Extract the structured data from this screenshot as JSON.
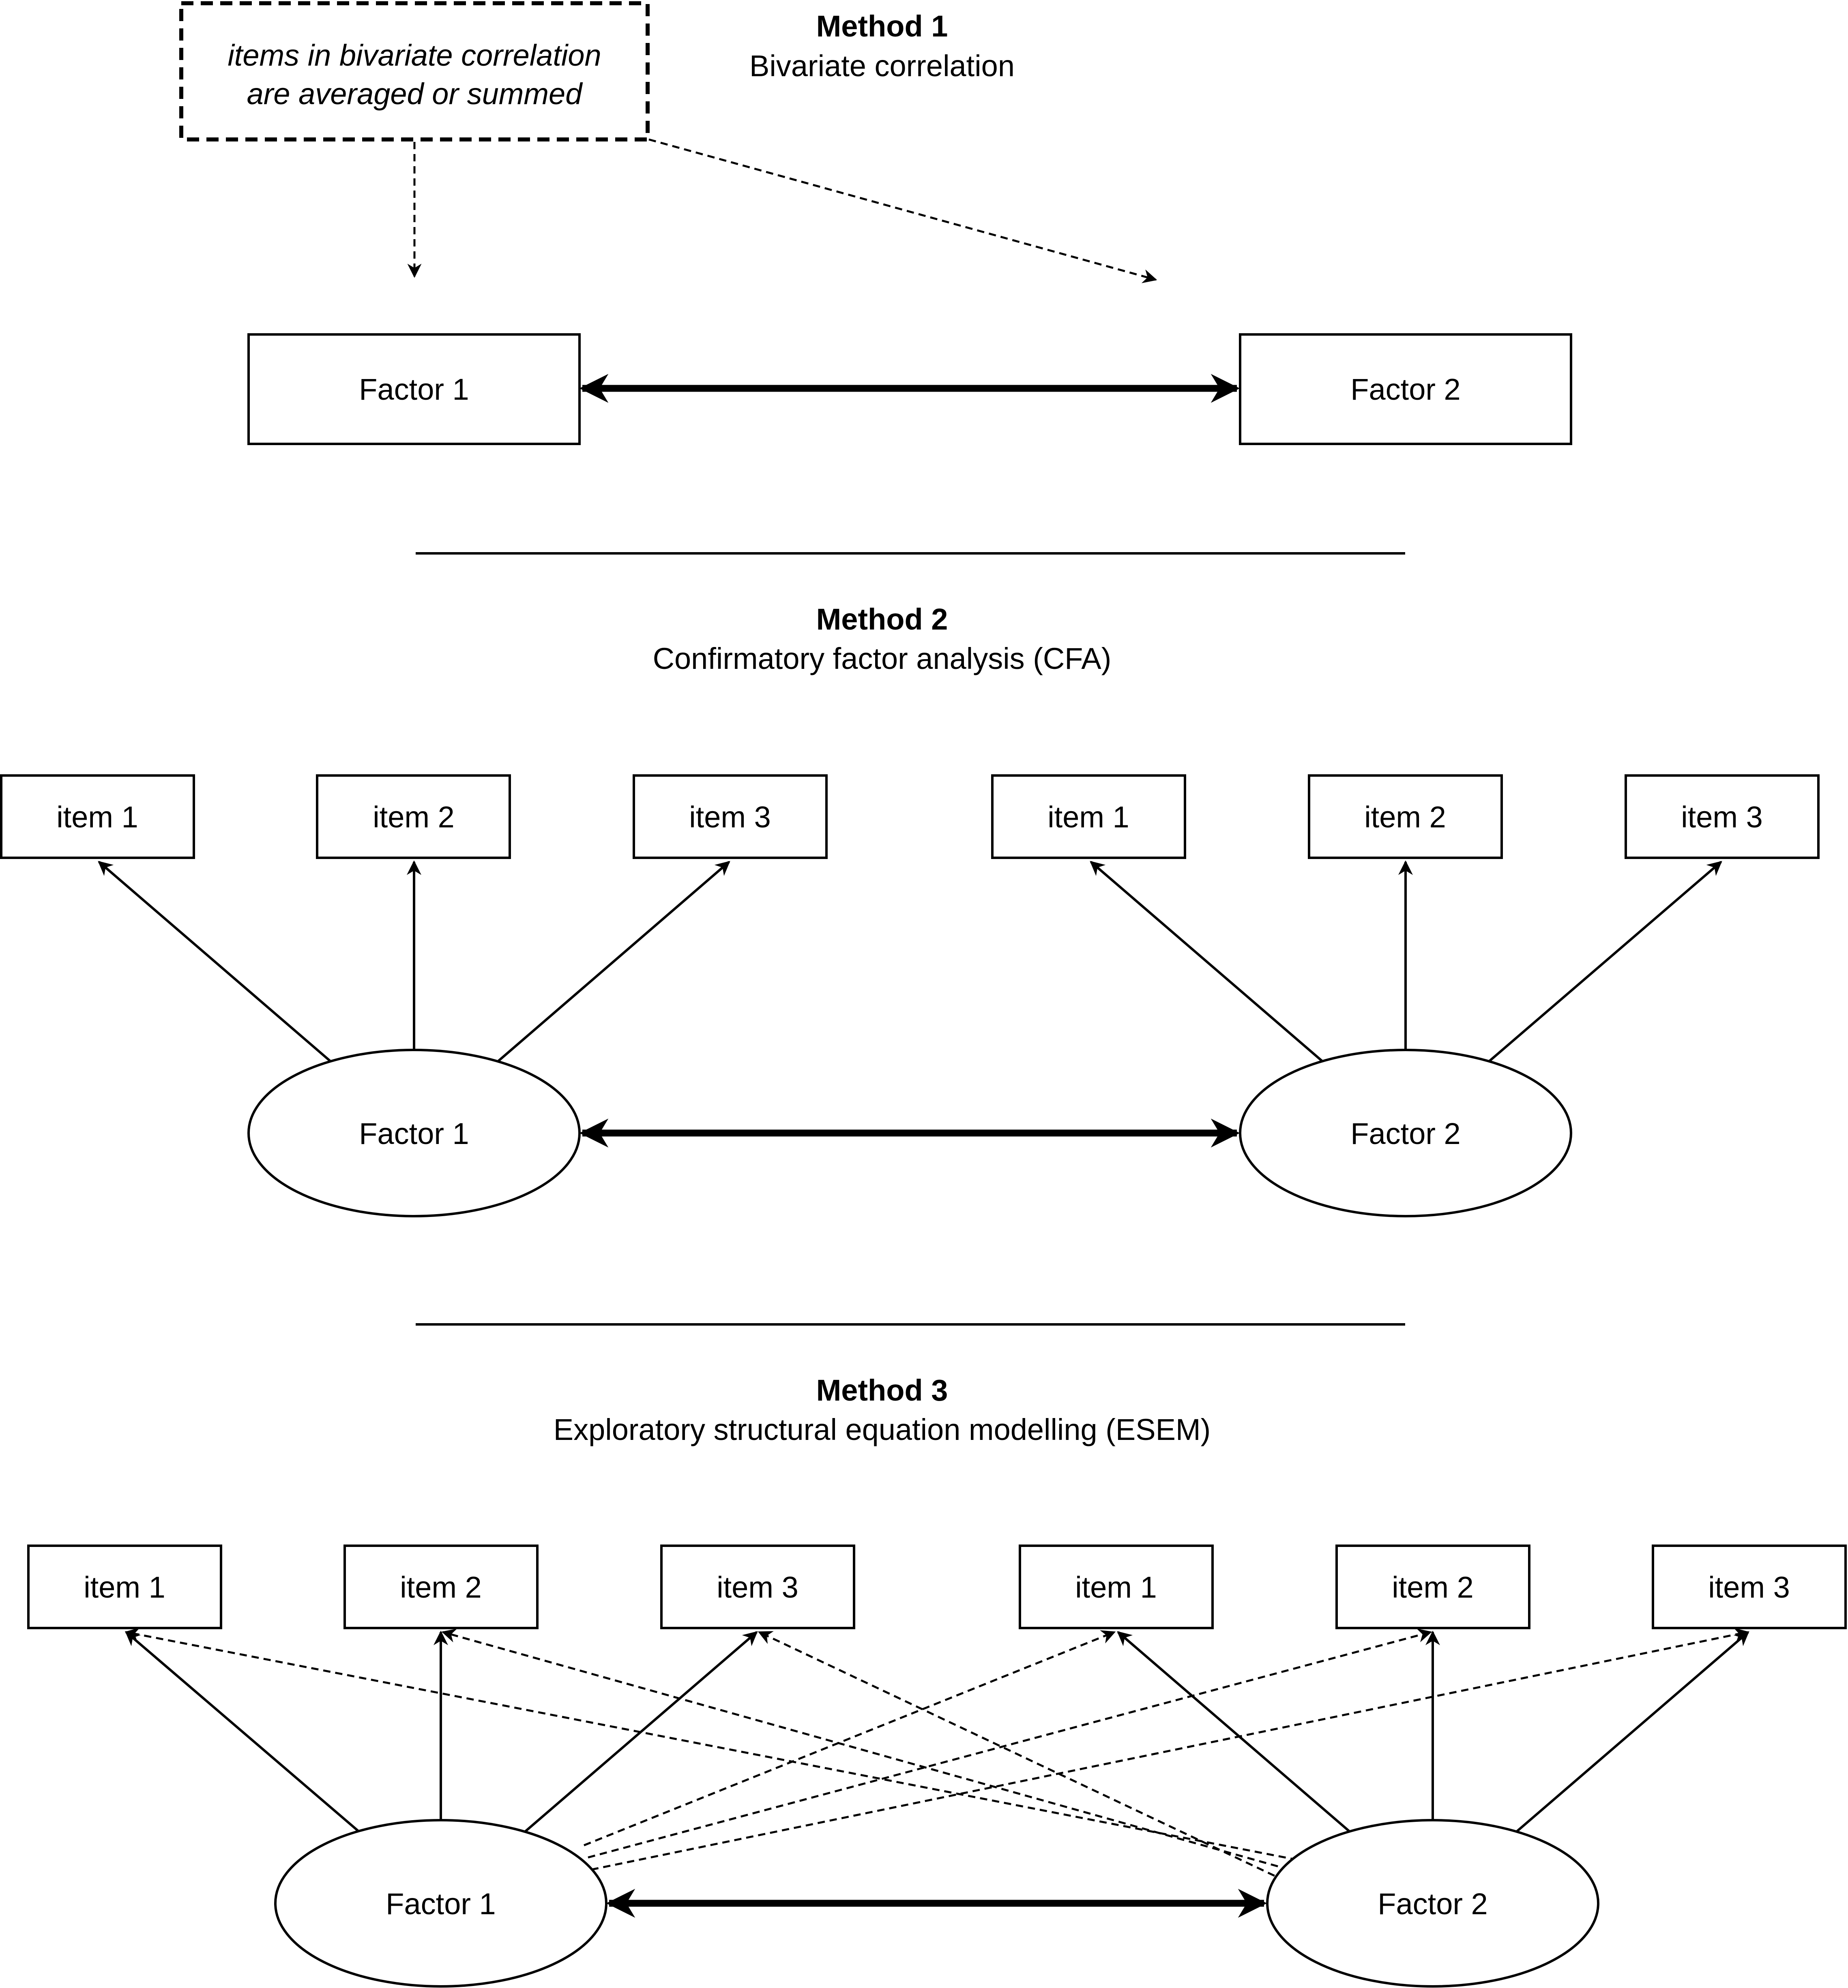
{
  "method1": {
    "title": "Method 1",
    "subtitle": "Bivariate correlation",
    "note_line1": "items in bivariate correlation",
    "note_line2": "are averaged or summed",
    "factor1": "Factor 1",
    "factor2": "Factor 2"
  },
  "method2": {
    "title": "Method 2",
    "subtitle": "Confirmatory factor analysis (CFA)",
    "items_left": [
      "item 1",
      "item 2",
      "item 3"
    ],
    "items_right": [
      "item 1",
      "item 2",
      "item 3"
    ],
    "factor1": "Factor 1",
    "factor2": "Factor 2"
  },
  "method3": {
    "title": "Method 3",
    "subtitle": "Exploratory structural equation modelling (ESEM)",
    "items_left": [
      "item 1",
      "item 2",
      "item 3"
    ],
    "items_right": [
      "item 1",
      "item 2",
      "item 3"
    ],
    "factor1": "Factor 1",
    "factor2": "Factor 2"
  }
}
